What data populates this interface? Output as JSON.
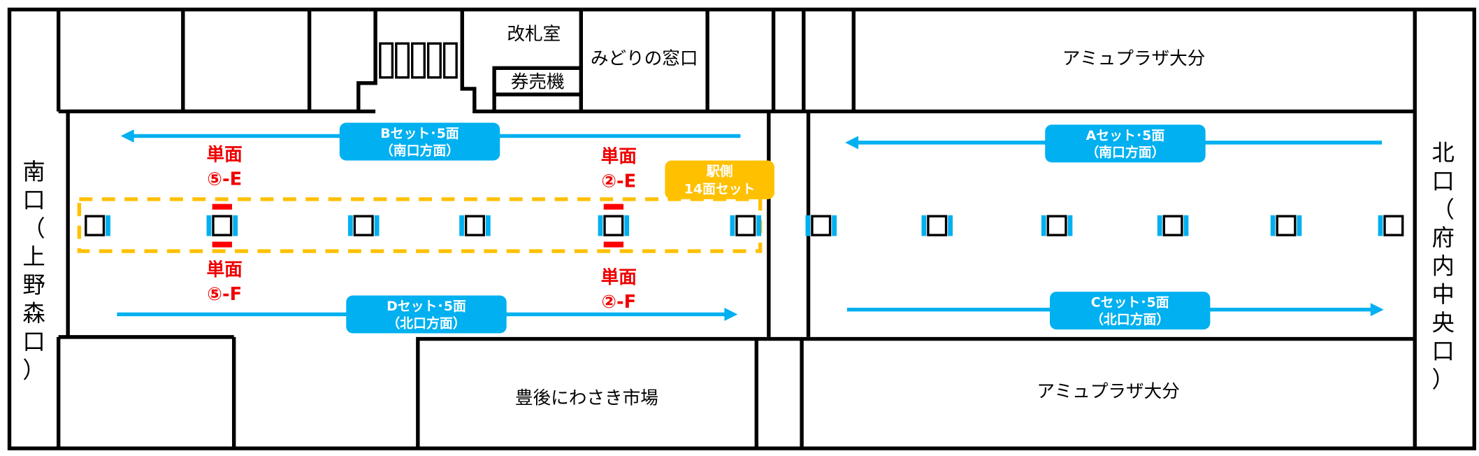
{
  "title": "Station concourse signage map",
  "colors": {
    "blue": "#00b0f0",
    "yellow": "#ffc000",
    "red": "#ff0000",
    "wall": "#000000"
  },
  "exits": {
    "south": [
      "南",
      "口",
      "（",
      "上",
      "野",
      "森",
      "口",
      "）"
    ],
    "north": [
      "北",
      "口",
      "（",
      "府",
      "内",
      "中",
      "央",
      "口",
      "）"
    ]
  },
  "rooms": {
    "ticket_office": "改札室",
    "ticket_machines": "券売機",
    "midori": "みどりの窓口",
    "amu_top": "アミュプラザ大分",
    "amu_bottom": "アミュプラザ大分",
    "market": "豊後にわさき市場"
  },
  "sets": {
    "B": {
      "line1": "Bセット･5面",
      "line2": "（南口方面）"
    },
    "A": {
      "line1": "Aセット･5面",
      "line2": "（南口方面）"
    },
    "D": {
      "line1": "Dセット･5面",
      "line2": "（北口方面）"
    },
    "C": {
      "line1": "Cセット･5面",
      "line2": "（北口方面）"
    },
    "station": {
      "line1": "駅側",
      "line2": "14面セット"
    }
  },
  "single_faces": [
    {
      "line1": "単面",
      "line2": "⑤-E"
    },
    {
      "line1": "単面",
      "line2": "②-E"
    },
    {
      "line1": "単面",
      "line2": "⑤-F"
    },
    {
      "line1": "単面",
      "line2": "②-F"
    }
  ]
}
